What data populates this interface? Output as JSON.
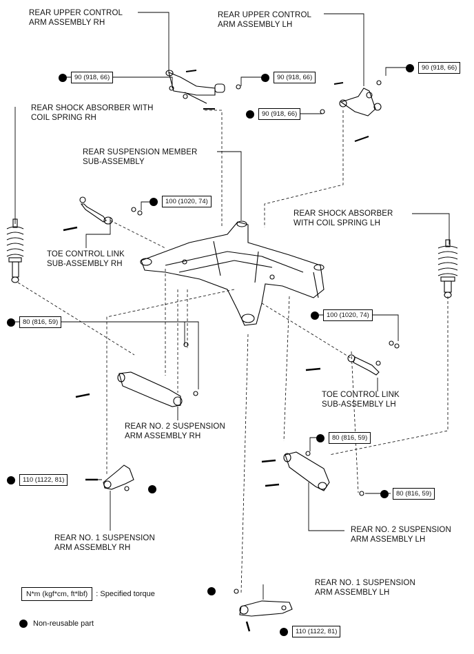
{
  "labels": {
    "upper_rh": "REAR UPPER CONTROL\nARM ASSEMBLY RH",
    "upper_lh": "REAR UPPER CONTROL\nARM ASSEMBLY LH",
    "shock_rh": "REAR SHOCK ABSORBER WITH\nCOIL SPRING RH",
    "member": "REAR SUSPENSION MEMBER\nSUB-ASSEMBLY",
    "toe_rh": "TOE CONTROL LINK\nSUB-ASSEMBLY RH",
    "shock_lh": "REAR SHOCK ABSORBER\nWITH COIL SPRING LH",
    "no2_rh": "REAR NO. 2 SUSPENSION\nARM ASSEMBLY RH",
    "toe_lh": "TOE CONTROL LINK\nSUB-ASSEMBLY LH",
    "no1_rh": "REAR NO. 1 SUSPENSION\nARM ASSEMBLY RH",
    "no2_lh": "REAR NO. 2 SUSPENSION\nARM ASSEMBLY LH",
    "no1_lh": "REAR NO. 1 SUSPENSION\nARM ASSEMBLY LH"
  },
  "torques": {
    "t1": "90 (918, 66)",
    "t2": "90 (918, 66)",
    "t3": "90 (918, 66)",
    "t4": "90 (918, 66)",
    "t5": "100 (1020, 74)",
    "t6": "80 (816, 59)",
    "t7": "100 (1020, 74)",
    "t8": "80 (816, 59)",
    "t9": "110 (1122, 81)",
    "t10": "80 (816, 59)",
    "t11": "110 (1122, 81)"
  },
  "legend": {
    "torque_unit": "N*m (kgf*cm, ft*lbf)",
    "torque_desc": ": Specified torque",
    "nonreusable_desc": "Non-reusable part"
  }
}
